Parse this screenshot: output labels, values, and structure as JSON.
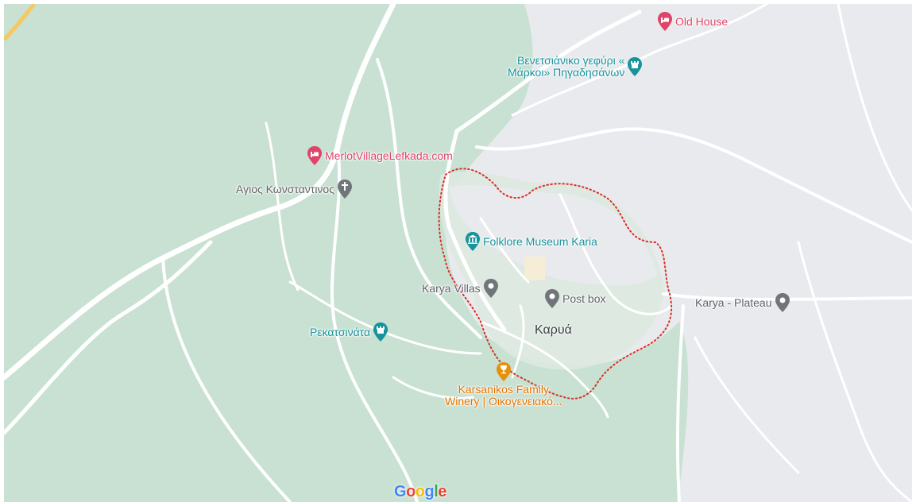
{
  "map": {
    "colors": {
      "forest": "#c8e1d2",
      "urban": "#e8eaed",
      "road": "#ffffff",
      "highway": "#f6c85f",
      "boundary": "#d93025",
      "hotel": "#e0446a",
      "attraction": "#16939b",
      "place": "#70757a",
      "winery": "#e8900a"
    },
    "pois": [
      {
        "id": "old-house",
        "category": "hotel",
        "icon": "bed-icon",
        "label": "Old House"
      },
      {
        "id": "venetian-bridge",
        "category": "attraction",
        "icon": "tower-icon",
        "label_line1": "Βενετσιάνικο γεφύρι «",
        "label_line2": "Μάρκοι» Πηγαδησάνων"
      },
      {
        "id": "merlot-village",
        "category": "hotel",
        "icon": "bed-icon",
        "label": "MerlotVillageLefkada.com"
      },
      {
        "id": "agios-konstantinos",
        "category": "place",
        "icon": "cross-icon",
        "label": "Αγιος Κωνσταντινος"
      },
      {
        "id": "folklore-museum",
        "category": "attraction",
        "icon": "museum-icon",
        "label": "Folklore Museum Karia"
      },
      {
        "id": "karya-villas",
        "category": "place",
        "icon": "pin-icon",
        "label": "Karya Villas"
      },
      {
        "id": "post-box",
        "category": "place",
        "icon": "pin-icon",
        "label": "Post box"
      },
      {
        "id": "karya-plateau",
        "category": "place",
        "icon": "pin-icon",
        "label": "Karya - Plateau"
      },
      {
        "id": "rekatsinata",
        "category": "attraction",
        "icon": "tower-icon",
        "label": "Ρεκατσινάτα"
      },
      {
        "id": "karsanikos-winery",
        "category": "winery",
        "icon": "wine-glass-icon",
        "label_line1": "Karsanikos Family",
        "label_line2": "Winery | Οικογενειακό..."
      }
    ],
    "town_label": "Καρυά",
    "logo": "Google"
  }
}
